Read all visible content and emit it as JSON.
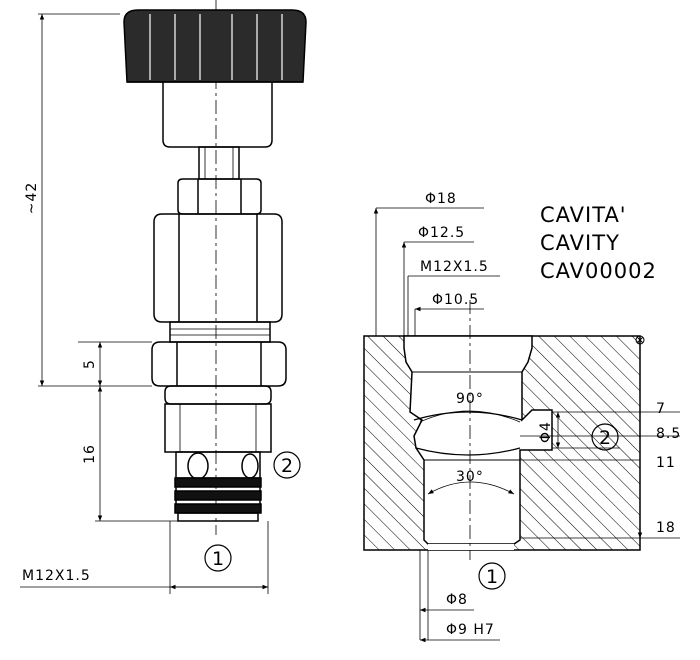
{
  "title_lines": [
    "CAVITA'",
    "CAVITY",
    "CAV00002"
  ],
  "valve_dims": {
    "overall_length": "~42",
    "dim_5": "5",
    "dim_16": "16",
    "thread": "M12X1.5"
  },
  "cavity_dims": {
    "dia_18": "Φ18",
    "dia_12_5": "Φ12.5",
    "thread": "M12X1.5",
    "dia_10_5": "Φ10.5",
    "angle_90": "90°",
    "angle_30": "30°",
    "dia_4": "Φ4",
    "depth_7": "7",
    "depth_8_5": "8.5",
    "depth_11": "11",
    "depth_18": "18",
    "dia_8": "Φ8",
    "dia_9_h7": "Φ9 H7"
  },
  "callouts": {
    "port_1": "1",
    "port_2": "2"
  }
}
